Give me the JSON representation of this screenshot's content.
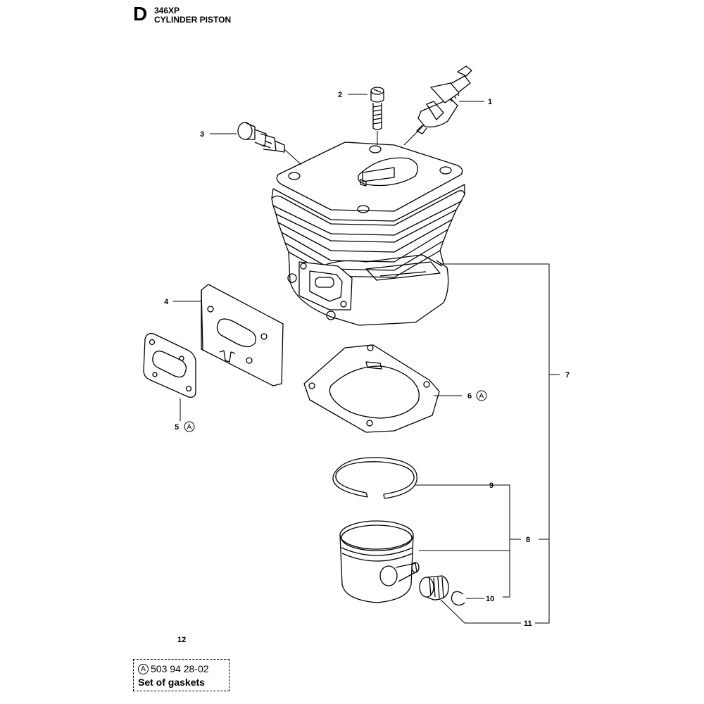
{
  "header": {
    "section": "D",
    "model": "346XP",
    "title": "CYLINDER PISTON"
  },
  "callouts": {
    "c1": "1",
    "c2": "2",
    "c3": "3",
    "c4": "4",
    "c5": "5",
    "c6": "6",
    "c7": "7",
    "c8": "8",
    "c9": "9",
    "c10": "10",
    "c11": "11"
  },
  "kit_marker": "A",
  "kit": {
    "number": "12",
    "part_number": "503 94 28-02",
    "description": "Set of gaskets"
  }
}
